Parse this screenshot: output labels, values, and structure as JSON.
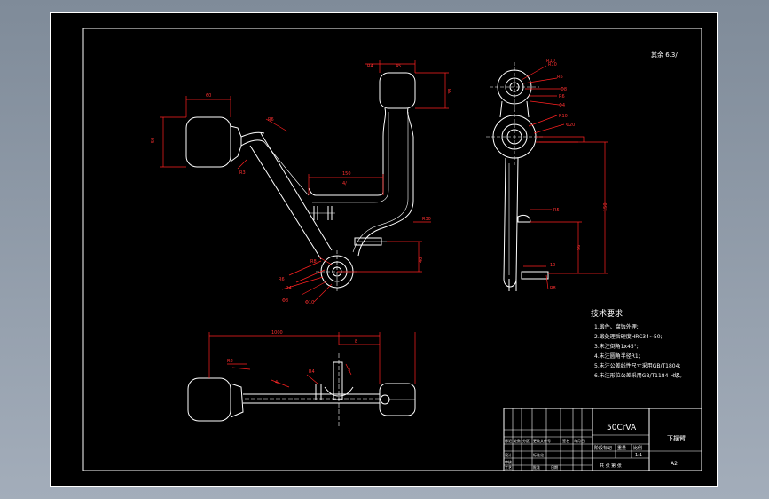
{
  "drawing": {
    "roughness_note": "其余 6.3/",
    "tech_requirements": {
      "title": "技术要求",
      "items": [
        "1.锻件、腐蚀外理;",
        "2.锻处理后硬度HRC34~50;",
        "3.未注倒角1x45°;",
        "4.未注圆角半径R1;",
        "5.未注公差线性尺寸采用GB/T1804;",
        "6.未注形位公差采用GB/T1184-H级。"
      ]
    },
    "title_block": {
      "material": "50CrVA",
      "part_name": "下摆臂",
      "scale": "1:1",
      "sheet_size": "A2",
      "stage_label": "阶段标记",
      "weight_label": "重量",
      "scale_label": "比例",
      "sheet_label": "共 张 第 张",
      "design_label": "设计",
      "review_label": "审核",
      "process_label": "工艺",
      "standard_label": "标准化",
      "approve_label": "批准",
      "date_label": "日期",
      "mark_labels": [
        "标记",
        "处数",
        "分区",
        "更改文件号",
        "签名",
        "年月日"
      ]
    }
  },
  "colors": {
    "background": "#000000",
    "geometry": "#ffffff",
    "dimensions": "#ff2020",
    "viewport": "#8e9aa8"
  }
}
